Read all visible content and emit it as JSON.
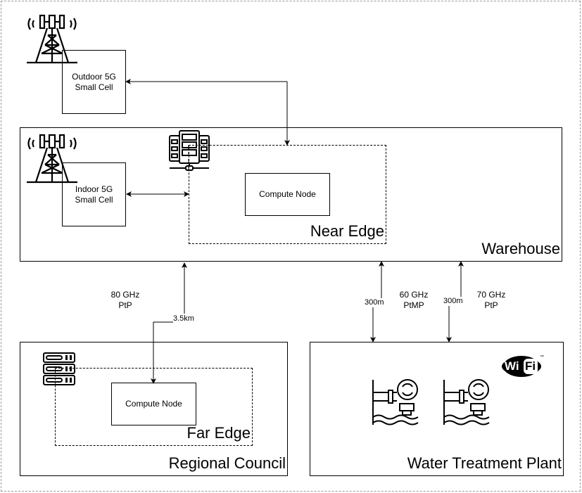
{
  "diagram": {
    "zones": {
      "warehouse": "Warehouse",
      "near_edge": "Near Edge",
      "regional_council": "Regional Council",
      "far_edge": "Far Edge",
      "water_plant": "Water Treatment Plant"
    },
    "nodes": {
      "outdoor_cell_line1": "Outdoor 5G",
      "outdoor_cell_line2": "Small Cell",
      "indoor_cell_line1": "Indoor 5G",
      "indoor_cell_line2": "Small Cell",
      "near_compute": "Compute Node",
      "far_compute": "Compute Node"
    },
    "links": {
      "council_link_freq": "80 GHz",
      "council_link_type": "PtP",
      "council_link_distance": "3.5km",
      "plant_link1_freq": "60 GHz",
      "plant_link1_type": "PtMP",
      "plant_link1_distance": "300m",
      "plant_link2_freq": "70 GHz",
      "plant_link2_type": "PtP",
      "plant_link2_distance": "300m"
    },
    "icons": {
      "tower": "cell-tower-icon",
      "server": "server-rack-icon",
      "wifi": "wifi-logo-icon",
      "pump": "water-pump-icon"
    },
    "wifi_logo": {
      "left": "Wi",
      "right": "Fi",
      "tm": "™"
    }
  }
}
